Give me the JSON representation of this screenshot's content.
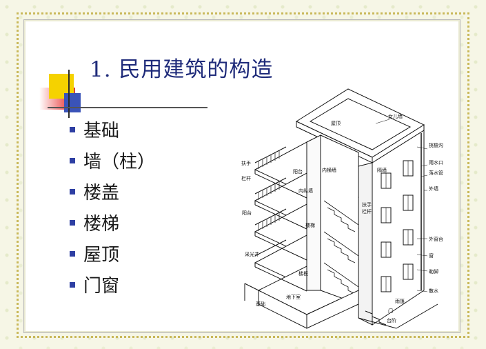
{
  "title": "1.  民用建筑的构造",
  "bullets": [
    "基础",
    "墙（柱）",
    "楼盖",
    "楼梯",
    "屋顶",
    "门窗"
  ],
  "diagram_labels": {
    "roof": "屋顶",
    "parapet": "女儿墙",
    "gutter": "挑檐沟",
    "rain_outlet": "雨水口",
    "downpipe": "落水管",
    "exterior_wall": "外墙",
    "handrail": "扶手",
    "railing": "栏杆",
    "balcony_label": "阳台",
    "interior_wall_horizontal": "内横墙",
    "interior_wall_vertical": "内纵墙",
    "partition_wall": "隔墙",
    "stair_handrail": "扶手",
    "stair_railing": "栏杆",
    "balcony_left": "阳台",
    "stairs": "楼梯",
    "window_sill": "外窗台",
    "light_well": "采光井",
    "floor_slab": "楼板",
    "window": "窗",
    "plinth": "勒脚",
    "basement": "地下室",
    "scatter_water": "散水",
    "foundation": "基础",
    "canopy": "雨篷",
    "door": "门",
    "steps": "台阶"
  }
}
